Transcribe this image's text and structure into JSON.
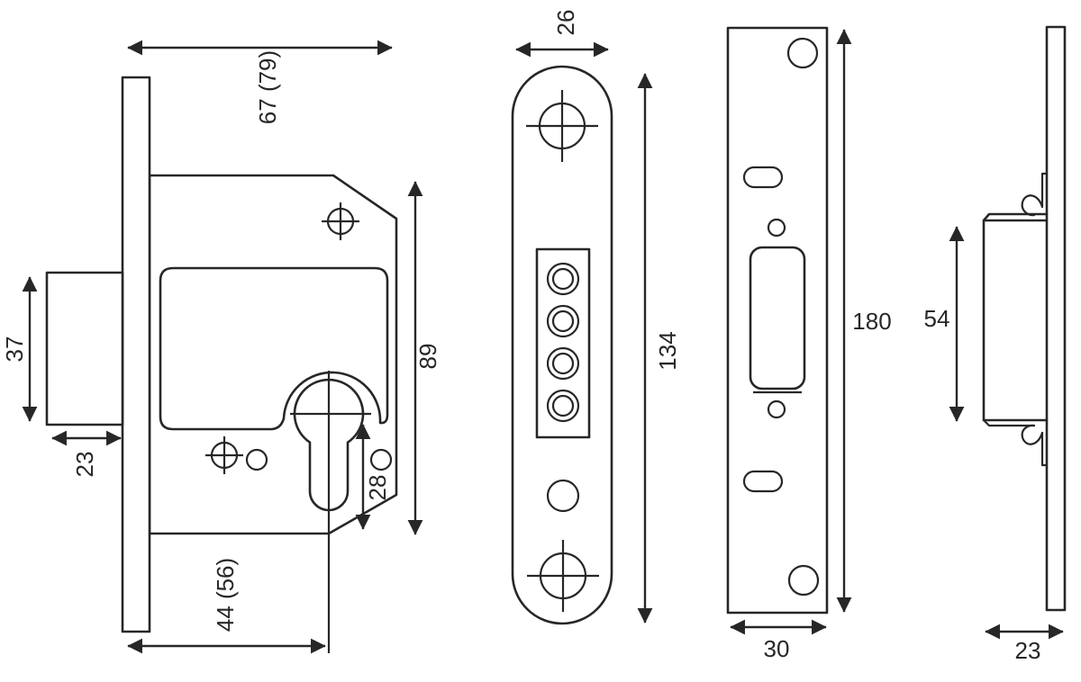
{
  "colors": {
    "ink": "#272727",
    "background": "#ffffff"
  },
  "views": {
    "lock_body_side": {
      "dims": {
        "overall_width": "67 (79)",
        "bolt_height": "37",
        "bolt_projection": "23",
        "case_height": "89",
        "cylinder_to_edge": "28",
        "backset": "44 (56)"
      }
    },
    "faceplate_front": {
      "dims": {
        "width": "26",
        "height": "134"
      }
    },
    "strike_plate_front": {
      "dims": {
        "height": "180",
        "width": "30"
      }
    },
    "strike_plate_side": {
      "dims": {
        "box_height": "54",
        "depth": "23"
      }
    }
  }
}
